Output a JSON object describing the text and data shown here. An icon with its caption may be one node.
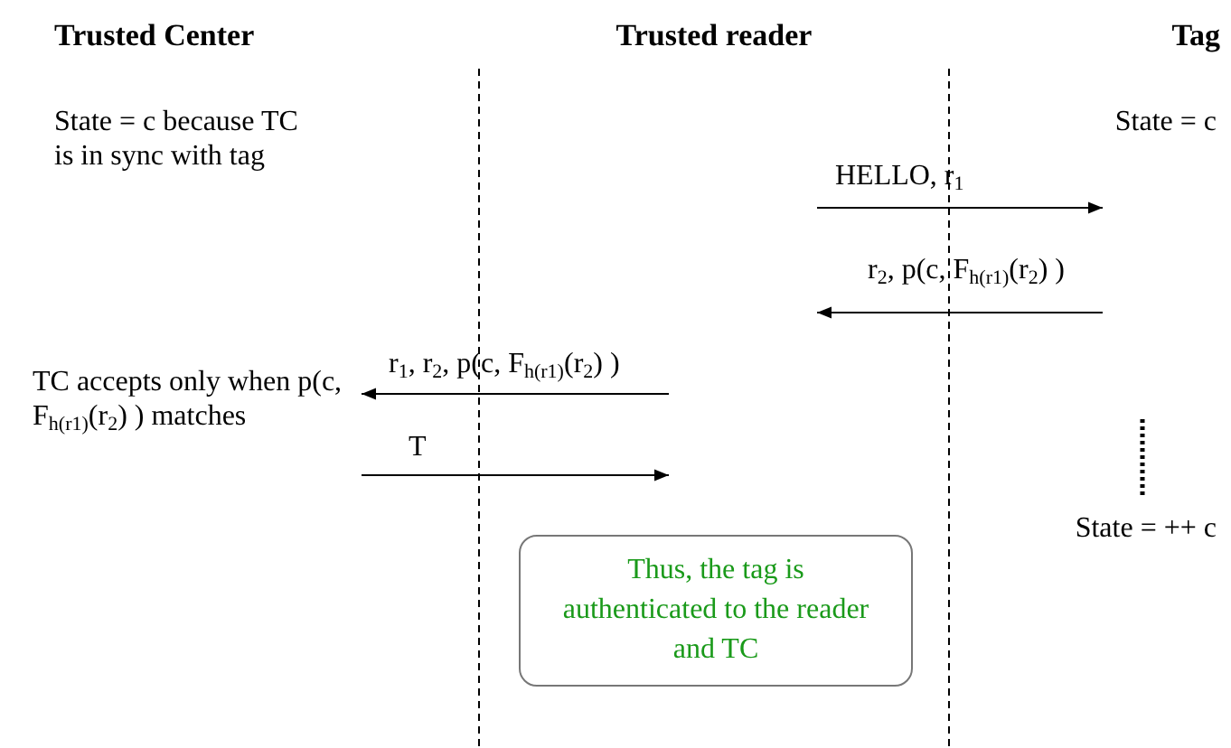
{
  "diagram": {
    "nodes": [
      {
        "text": [
          "Trusted Center"
        ]
      },
      {
        "text": [
          "Trusted reader"
        ]
      },
      {
        "text": [
          "Tag"
        ]
      },
      {
        "text": [
          "Thus, the tag is authenticated to the reader and TC"
        ]
      }
    ],
    "labels": [
      "State = c because TC is in sync with tag",
      "State = c",
      "HELLO, r$_{1}$",
      "r$_{2}$, p(c, F$_{h(r1)}$(r$_{2}$) )",
      "r$_{1}$, r$_{2}$, p(c, F$_{h(r1)}$(r$_{2}$) )",
      "TC accepts only when p(c, F$_{h(r1)}$(r$_{2}$) ) matches",
      "T",
      "State = ++ c"
    ]
  }
}
